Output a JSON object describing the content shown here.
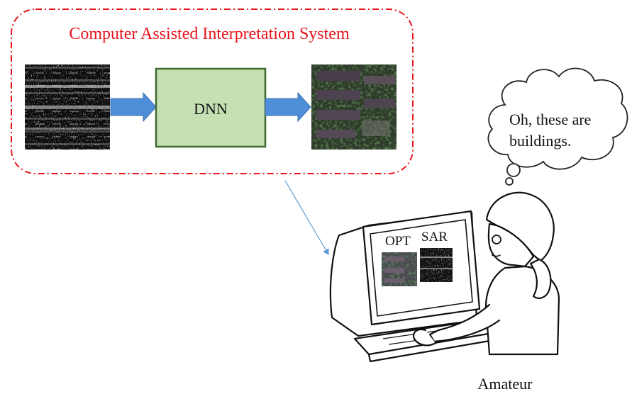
{
  "system": {
    "title": "Computer Assisted Interpretation System",
    "model_label": "DNN",
    "title_color": "#e8141b",
    "border_color": "#e8141b",
    "model_fill": "#c6e0b4",
    "model_stroke": "#3d6b2e",
    "arrow_fill": "#4f8ed8",
    "input_image": "sar-image",
    "output_image": "optical-image"
  },
  "thought": {
    "line1": "Oh, these are",
    "line2": "buildings."
  },
  "monitor": {
    "label_opt": "OPT",
    "label_sar": "SAR"
  },
  "user": {
    "caption": "Amateur"
  }
}
